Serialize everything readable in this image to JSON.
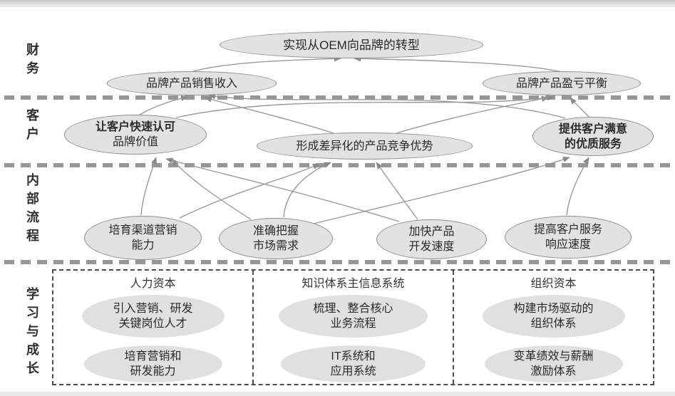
{
  "colors": {
    "ellipseFill": "#e2e2e2",
    "ellipseStroke": "#8f8f8f",
    "softEllipseFill": "#e0e0e0",
    "dashedLine": "#969696",
    "arrow": "#9a9a9a",
    "text": "#2a2a2a"
  },
  "perspectives": [
    {
      "label": "财务"
    },
    {
      "label": "客户"
    },
    {
      "label": "内部流程"
    },
    {
      "label": "学习与成长"
    }
  ],
  "nodes": {
    "oem": {
      "line1": "实现从OEM向品牌的转型"
    },
    "finance_sales": {
      "line1": "品牌产品销售收入"
    },
    "finance_profit": {
      "line1": "品牌产品盈亏平衡"
    },
    "customer_brand": {
      "line1": "让客户快速认可",
      "line2": "品牌价值"
    },
    "customer_diff": {
      "line1": "形成差异化的产品竞争优势"
    },
    "customer_service": {
      "line1": "提供客户满意",
      "line2": "的优质服务"
    },
    "process_channel": {
      "line1": "培育渠道营销",
      "line2": "能力"
    },
    "process_market": {
      "line1": "准确把握",
      "line2": "市场需求"
    },
    "process_speed": {
      "line1": "加快产品",
      "line2": "开发速度"
    },
    "process_response": {
      "line1": "提高客户服务",
      "line2": "响应速度"
    }
  },
  "learning": {
    "columns": [
      {
        "header": "人力资本",
        "items": [
          {
            "line1": "引入营销、研发",
            "line2": "关键岗位人才"
          },
          {
            "line1": "培育营销和",
            "line2": "研发能力"
          }
        ]
      },
      {
        "header": "知识体系主信息系统",
        "items": [
          {
            "line1": "梳理、整合核心",
            "line2": "业务流程"
          },
          {
            "line1": "IT系统和",
            "line2": "应用系统"
          }
        ]
      },
      {
        "header": "组织资本",
        "items": [
          {
            "line1": "构建市场驱动的",
            "line2": "组织体系"
          },
          {
            "line1": "变革绩效与薪酬",
            "line2": "激励体系"
          }
        ]
      }
    ]
  }
}
